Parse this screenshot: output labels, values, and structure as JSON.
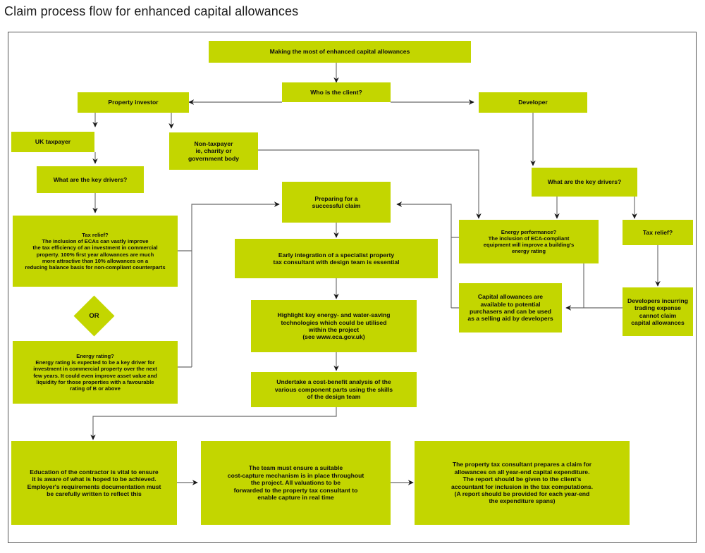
{
  "page": {
    "title": "Claim process flow for enhanced capital allowances",
    "accent_color": "#c3d600",
    "line_color": "#5a5a5a",
    "arrow_color": "#1a1a1a",
    "frame_border_color": "#555555",
    "background": "#ffffff"
  },
  "diagram": {
    "type": "flowchart",
    "nodes": {
      "root": "Making the most of enhanced capital allowances",
      "who_is_client": "Who is the client?",
      "property_investor": "Property investor",
      "developer": "Developer",
      "uk_taxpayer": "UK taxpayer",
      "non_taxpayer": "Non-taxpayer\nie, charity or\ngovernment body",
      "key_drivers_left": "What are the key drivers?",
      "key_drivers_right": "What are the key drivers?",
      "tax_relief_left": "Tax relief?\nThe inclusion of ECAs can vastly improve\nthe tax efficiency of an investment in commercial\nproperty. 100% first year allowances are much\nmore attractive than 10% allowances on a\nreducing balance basis for non-compliant counterparts",
      "or_diamond": "OR",
      "energy_rating_left": "Energy rating?\nEnergy rating is expected to be a key driver for\ninvestment in commercial property over the next\nfew years. It could even improve asset value and\nliquidity for those properties with a favourable\nrating of B or above",
      "preparing_claim": "Preparing for a\nsuccessful claim",
      "early_integration": "Early integration of a specialist property\ntax consultant with design team is essential",
      "highlight_tech": "Highlight key energy- and water-saving\ntechnologies which could be utilised\nwithin the project\n(see www.eca.gov.uk)",
      "cost_benefit": "Undertake a cost-benefit analysis of the\nvarious component parts using the skills\nof the design team",
      "energy_performance": "Energy performance?\nThe inclusion of ECA-compliant\nequipment will improve a building's\nenergy rating",
      "capital_allowances_purchasers": "Capital allowances are\navailable to potential\npurchasers and can be used\nas a selling aid by developers",
      "tax_relief_right": "Tax relief?",
      "developers_trading_expense": "Developers incurring\ntrading expense\ncannot claim\ncapital allowances",
      "education_contractor": "Education of the contractor is vital to ensure\nit is aware of what is hoped to be achieved.\nEmployer's requirements documentation must\nbe carefully written to reflect this",
      "cost_capture": "The team must ensure a suitable\ncost-capture mechanism is in place throughout\nthe project. All valuations to be\nforwarded to the property tax consultant to\nenable capture in real time",
      "final_claim": "The property tax consultant prepares a claim for\nallowances on all year-end capital expenditure.\nThe report should be given to the client's\naccountant for inclusion in the tax computations.\n(A report should be provided for each year-end\nthe expenditure spans)"
    },
    "edges": [
      {
        "from": "root",
        "to": "who_is_client"
      },
      {
        "from": "who_is_client",
        "to": "property_investor"
      },
      {
        "from": "who_is_client",
        "to": "developer"
      },
      {
        "from": "property_investor",
        "to": "uk_taxpayer"
      },
      {
        "from": "property_investor",
        "to": "non_taxpayer"
      },
      {
        "from": "uk_taxpayer",
        "to": "key_drivers_left"
      },
      {
        "from": "key_drivers_left",
        "to": "tax_relief_left"
      },
      {
        "from": "non_taxpayer",
        "to": "energy_performance"
      },
      {
        "from": "developer",
        "to": "key_drivers_right"
      },
      {
        "from": "key_drivers_right",
        "to": "energy_performance"
      },
      {
        "from": "key_drivers_right",
        "to": "tax_relief_right"
      },
      {
        "from": "tax_relief_right",
        "to": "developers_trading_expense"
      },
      {
        "from": "developers_trading_expense",
        "to": "capital_allowances_purchasers"
      },
      {
        "from": "capital_allowances_purchasers",
        "to": "energy_performance"
      },
      {
        "from": "tax_relief_left",
        "to": "preparing_claim"
      },
      {
        "from": "energy_rating_left",
        "to": "preparing_claim"
      },
      {
        "from": "energy_performance",
        "to": "preparing_claim"
      },
      {
        "from": "capital_allowances_purchasers",
        "to": "preparing_claim"
      },
      {
        "from": "preparing_claim",
        "to": "early_integration"
      },
      {
        "from": "early_integration",
        "to": "highlight_tech"
      },
      {
        "from": "highlight_tech",
        "to": "cost_benefit"
      },
      {
        "from": "cost_benefit",
        "to": "education_contractor"
      },
      {
        "from": "education_contractor",
        "to": "cost_capture"
      },
      {
        "from": "cost_capture",
        "to": "final_claim"
      }
    ]
  }
}
